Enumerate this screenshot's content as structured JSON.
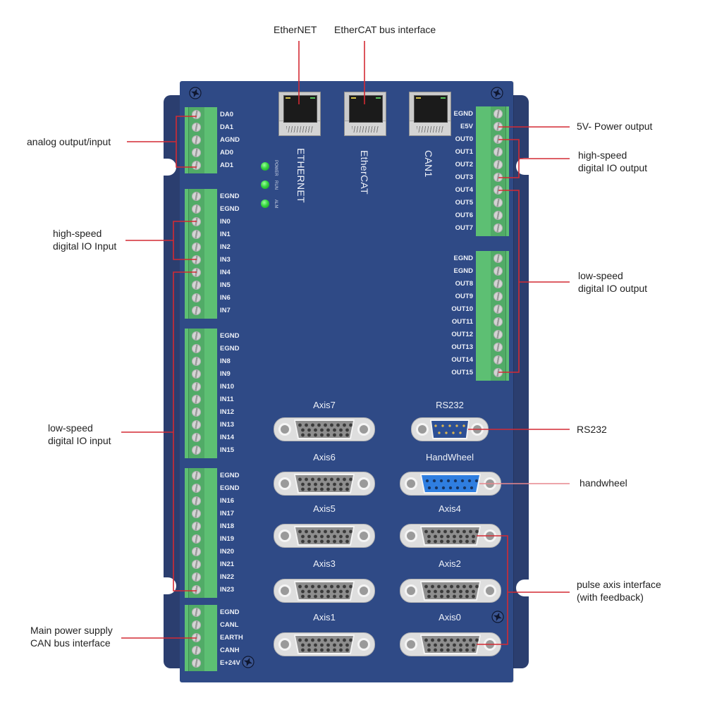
{
  "colors": {
    "panel": "#2f4a86",
    "plate": "#2b3e6f",
    "terminal_green": "#5dbf73",
    "callout_line": "#d42a33",
    "led_on": "#36d640"
  },
  "callouts": {
    "ethernet": {
      "lines": [
        "EtherNET"
      ]
    },
    "ethercat": {
      "lines": [
        "EtherCAT bus interface"
      ]
    },
    "analog": {
      "lines": [
        "analog output/input"
      ]
    },
    "hs_input": {
      "lines": [
        "high-speed",
        "digital IO Input"
      ]
    },
    "ls_input": {
      "lines": [
        "low-speed",
        "digital IO input"
      ]
    },
    "power_can": {
      "lines": [
        "Main power supply",
        "CAN bus interface"
      ]
    },
    "power_5v": {
      "lines": [
        "5V- Power output"
      ]
    },
    "hs_output": {
      "lines": [
        "high-speed",
        "digital IO output"
      ]
    },
    "ls_output": {
      "lines": [
        "low-speed",
        "digital IO output"
      ]
    },
    "rs232": {
      "lines": [
        "RS232"
      ]
    },
    "handwheel": {
      "lines": [
        "handwheel"
      ]
    },
    "pulse_axis": {
      "lines": [
        "pulse axis interface",
        "(with feedback)"
      ]
    }
  },
  "panel": {
    "ports": [
      {
        "label": "ETHERNET",
        "icon": "rj45-port-icon"
      },
      {
        "label": "EtherCAT",
        "icon": "rj45-port-icon"
      },
      {
        "label": "CAN1",
        "icon": "rj45-port-icon"
      }
    ],
    "leds": [
      {
        "label": "POWER",
        "state": "on"
      },
      {
        "label": "RUN",
        "state": "on"
      },
      {
        "label": "ALM",
        "state": "on"
      }
    ],
    "left_blocks": [
      {
        "group": "analog",
        "pins": [
          "DA0",
          "DA1",
          "AGND",
          "AD0",
          "AD1"
        ]
      },
      {
        "group": "input-0-7",
        "pins": [
          "EGND",
          "EGND",
          "IN0",
          "IN1",
          "IN2",
          "IN3",
          "IN4",
          "IN5",
          "IN6",
          "IN7"
        ]
      },
      {
        "group": "input-8-15",
        "pins": [
          "EGND",
          "EGND",
          "IN8",
          "IN9",
          "IN10",
          "IN11",
          "IN12",
          "IN13",
          "IN14",
          "IN15"
        ]
      },
      {
        "group": "input-16-23",
        "pins": [
          "EGND",
          "EGND",
          "IN16",
          "IN17",
          "IN18",
          "IN19",
          "IN20",
          "IN21",
          "IN22",
          "IN23"
        ]
      },
      {
        "group": "power-can",
        "pins": [
          "EGND",
          "CANL",
          "EARTH",
          "CANH",
          "E+24V"
        ]
      }
    ],
    "right_blocks": [
      {
        "group": "output-0-7",
        "pins": [
          "EGND",
          "E5V",
          "OUT0",
          "OUT1",
          "OUT2",
          "OUT3",
          "OUT4",
          "OUT5",
          "OUT6",
          "OUT7"
        ]
      },
      {
        "group": "output-8-15",
        "pins": [
          "EGND",
          "EGND",
          "OUT8",
          "OUT9",
          "OUT10",
          "OUT11",
          "OUT12",
          "OUT13",
          "OUT14",
          "OUT15"
        ]
      }
    ],
    "connectors": {
      "axis7": "Axis7",
      "axis6": "Axis6",
      "axis5": "Axis5",
      "axis3": "Axis3",
      "axis1": "Axis1",
      "rs232": "RS232",
      "handwheel": "HandWheel",
      "axis4": "Axis4",
      "axis2": "Axis2",
      "axis0": "Axis0"
    }
  }
}
